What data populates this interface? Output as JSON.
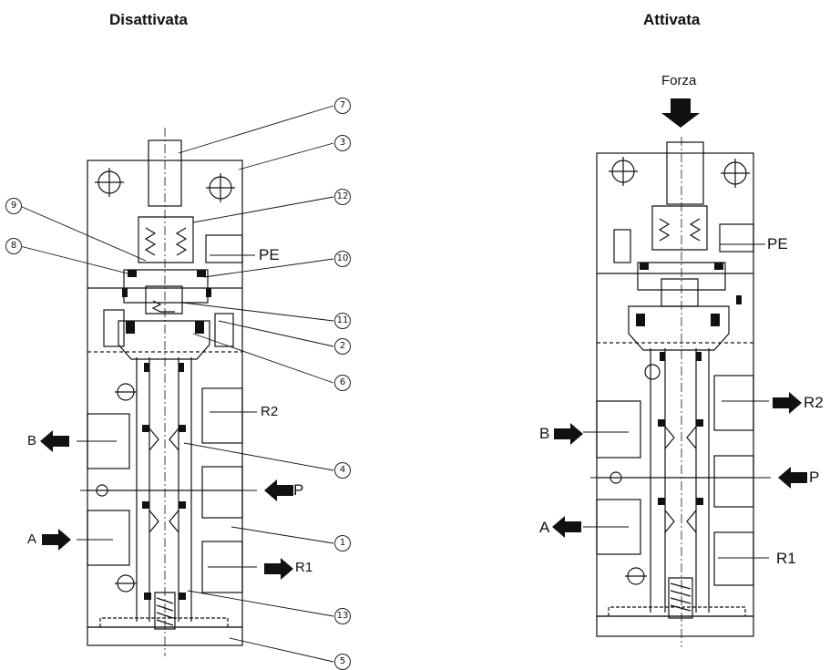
{
  "titles": {
    "left": "Disattivata",
    "right": "Attivata"
  },
  "force_label": "Forza",
  "left_ports": {
    "pe": "PE",
    "r2": "R2",
    "b": "B",
    "p": "P",
    "a": "A",
    "r1": "R1"
  },
  "right_ports": {
    "pe": "PE",
    "r2": "R2",
    "b": "B",
    "p": "P",
    "a": "A",
    "r1": "R1"
  },
  "callouts": {
    "n1": "1",
    "n2": "2",
    "n3": "3",
    "n4": "4",
    "n5": "5",
    "n6": "6",
    "n7": "7",
    "n8": "8",
    "n9": "9",
    "n10": "10",
    "n11": "11",
    "n12": "12",
    "n13": "13"
  }
}
